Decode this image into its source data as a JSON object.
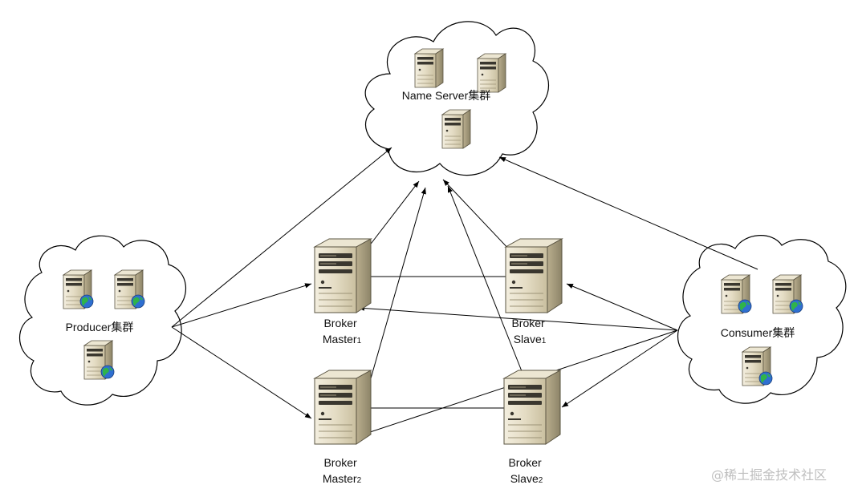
{
  "clusters": {
    "name_server": {
      "label": "Name Server集群"
    },
    "producer": {
      "label": "Producer集群"
    },
    "consumer": {
      "label": "Consumer集群"
    }
  },
  "brokers": {
    "master1": {
      "line1": "Broker",
      "line2": "Master",
      "sub": "1"
    },
    "slave1": {
      "line1": "Broker",
      "line2": "Slave",
      "sub": "1"
    },
    "master2": {
      "line1": "Broker",
      "line2": "Master",
      "sub": "2"
    },
    "slave2": {
      "line1": "Broker",
      "line2": "Slave",
      "sub": "2"
    }
  },
  "watermark": "@稀土掘金技术社区",
  "icons": {
    "server": "server-tower-icon",
    "web_server": "server-with-globe-icon"
  },
  "colors": {
    "server_body": "#d8cfb6",
    "server_dark": "#3a372f",
    "globe_blue": "#2f6fd1",
    "globe_green": "#2fb34a",
    "line": "#000000"
  }
}
